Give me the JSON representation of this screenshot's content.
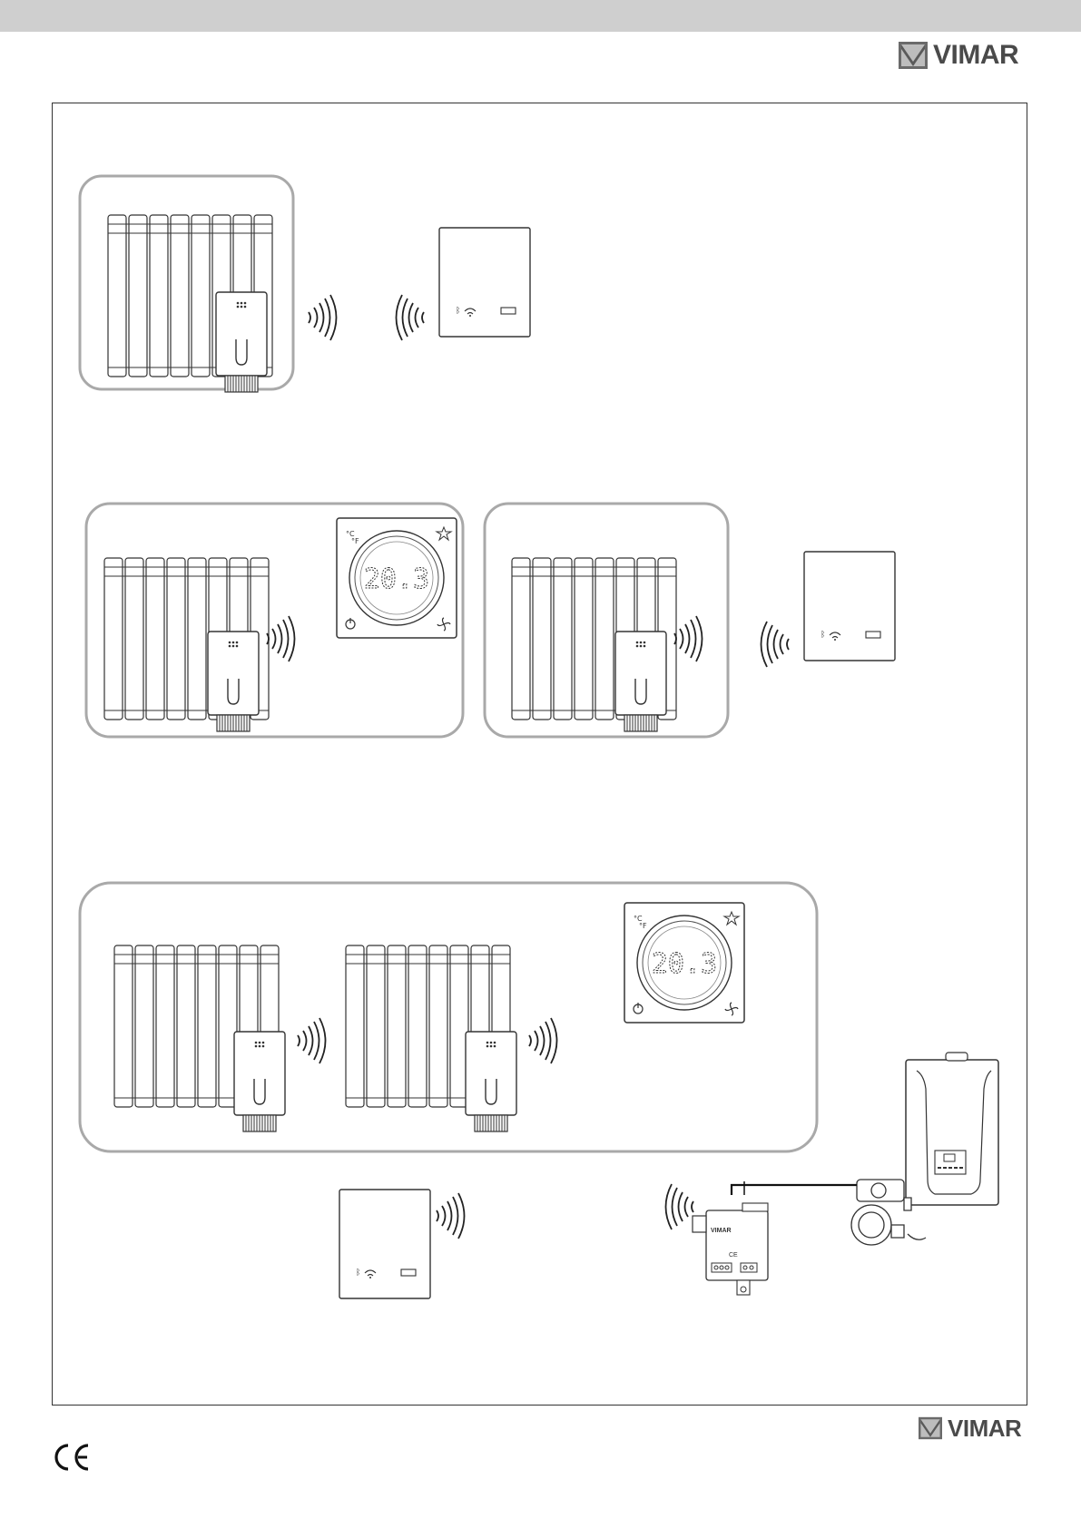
{
  "header": {
    "brand": "VIMAR"
  },
  "footer": {
    "brand": "VIMAR",
    "mark": "CE"
  },
  "diagram": {
    "thermostat_display": "20.3",
    "thermostat_units": "°C °F"
  }
}
